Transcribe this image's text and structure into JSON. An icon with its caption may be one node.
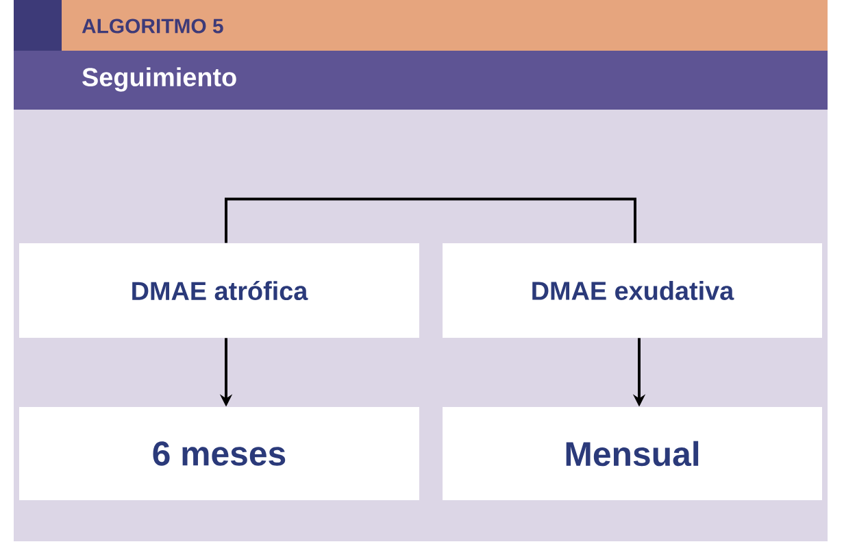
{
  "diagram": {
    "title": "ALGORITMO 5",
    "nodes": [
      {
        "text": [
          "DMAE atrófica"
        ]
      },
      {
        "text": [
          "DMAE exudativa"
        ]
      },
      {
        "text": [
          "6 meses"
        ]
      },
      {
        "text": [
          "Mensual"
        ]
      }
    ],
    "edges": [
      {
        "from": 0,
        "to": 1,
        "arrow": "none"
      },
      {
        "from": 0,
        "to": 2,
        "arrow": "to"
      },
      {
        "from": 1,
        "to": 3,
        "arrow": "to"
      }
    ],
    "labels": [
      "Seguimiento"
    ]
  }
}
